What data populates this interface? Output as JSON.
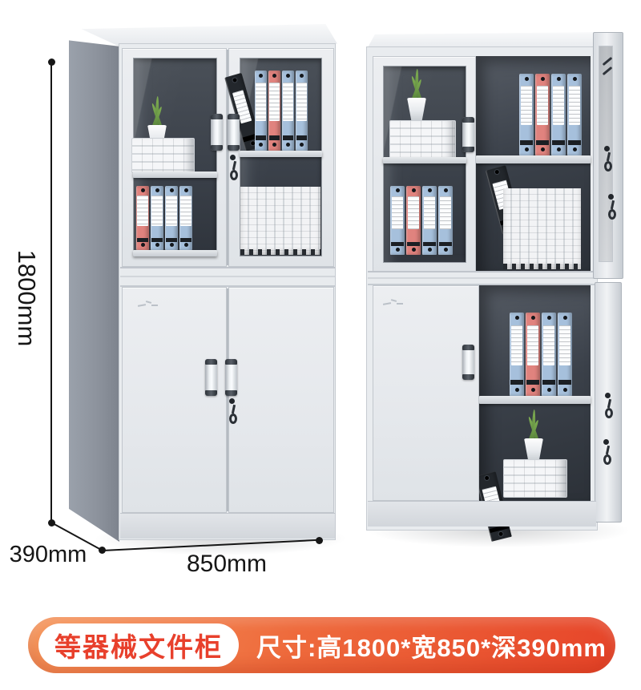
{
  "banner": {
    "tag_label": "等器械文件柜",
    "size_text": "尺寸:高1800*宽850*深390mm"
  },
  "dimensions": {
    "height_label": "1800mm",
    "width_label": "850mm",
    "depth_label": "390mm"
  },
  "colors": {
    "banner_start": "#F5975C",
    "banner_mid": "#EE6A3C",
    "banner_end": "#E64429",
    "pill_bg": "#FFFFFF",
    "pill_text": "#E8402C",
    "dimension_text": "#161616",
    "cabinet_body": "#E9ECEF",
    "cabinet_side": "#939AA4",
    "interior_dark": "#3B414A",
    "shelf": "#D6DADF",
    "binder_blue": "#A6C0DC",
    "binder_red": "#E0837E",
    "binder_black": "#23272C",
    "plant_green": "#7FAE52"
  },
  "binders": {
    "left_upper_left_row": [
      "red",
      "blue",
      "blue",
      "blue"
    ],
    "left_upper_right_row": [
      "blue",
      "red",
      "blue",
      "blue"
    ],
    "right_upper_door_row": [
      "blue",
      "red",
      "blue",
      "blue"
    ],
    "right_upper_open_row": [
      "blue",
      "red",
      "blue",
      "blue"
    ],
    "right_lower_open_row": [
      "blue",
      "red",
      "blue",
      "blue"
    ]
  }
}
